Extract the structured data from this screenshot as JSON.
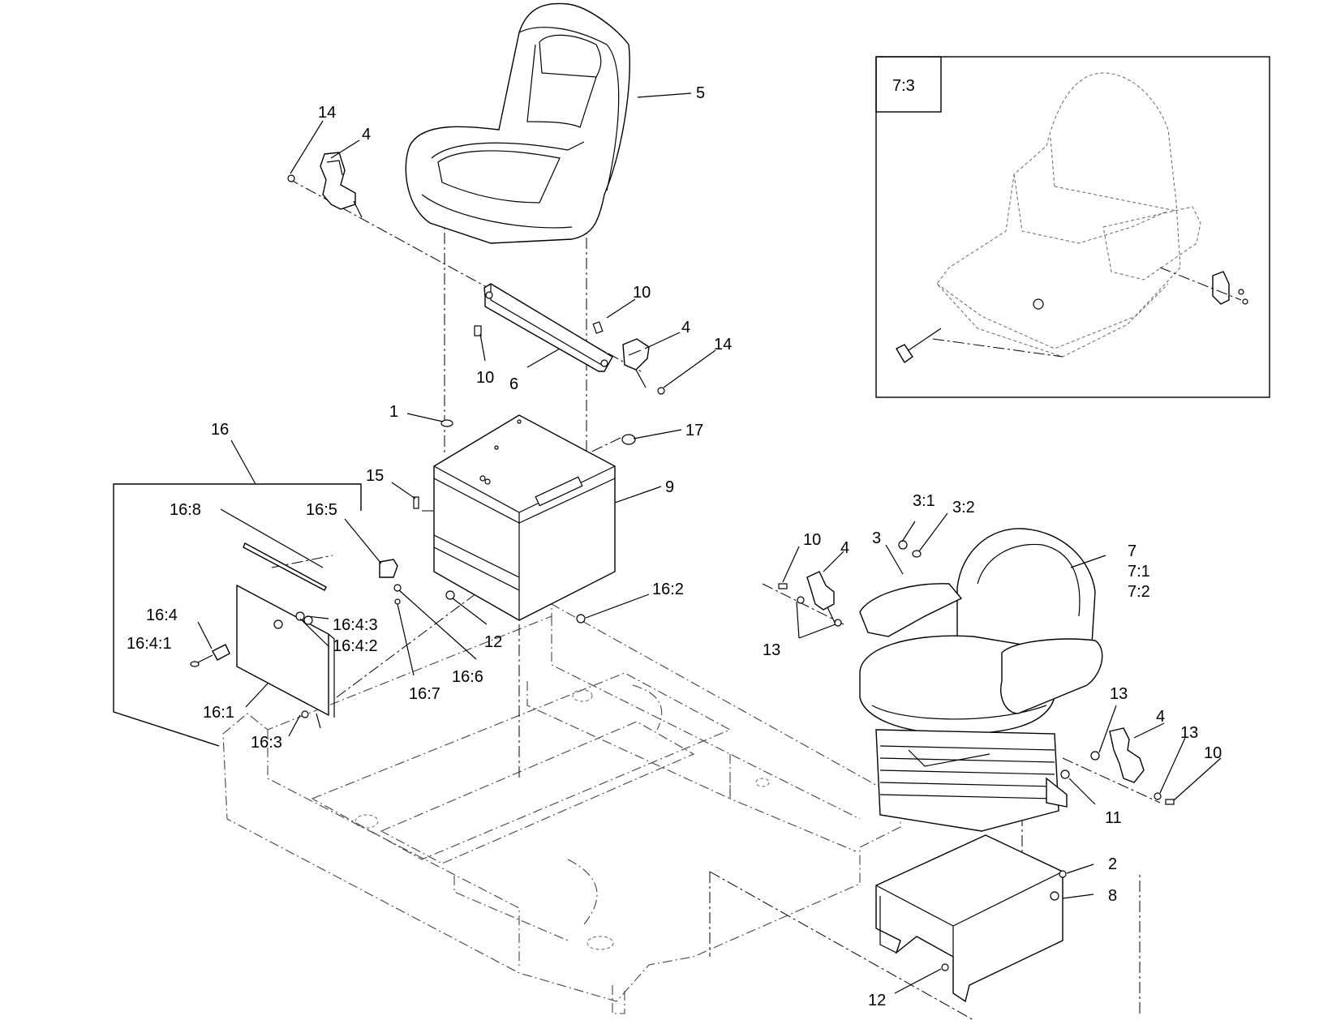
{
  "diagram": {
    "inset_label": "7:3",
    "callouts": [
      {
        "id": "c5",
        "text": "5"
      },
      {
        "id": "c14a",
        "text": "14"
      },
      {
        "id": "c4a",
        "text": "4"
      },
      {
        "id": "c10a",
        "text": "10"
      },
      {
        "id": "c4b",
        "text": "4"
      },
      {
        "id": "c14b",
        "text": "14"
      },
      {
        "id": "c10b",
        "text": "10"
      },
      {
        "id": "c6",
        "text": "6"
      },
      {
        "id": "c1",
        "text": "1"
      },
      {
        "id": "c17",
        "text": "17"
      },
      {
        "id": "c16",
        "text": "16"
      },
      {
        "id": "c15",
        "text": "15"
      },
      {
        "id": "c9",
        "text": "9"
      },
      {
        "id": "c16_8",
        "text": "16:8"
      },
      {
        "id": "c16_5",
        "text": "16:5"
      },
      {
        "id": "c16_4",
        "text": "16:4"
      },
      {
        "id": "c16_4_3",
        "text": "16:4:3"
      },
      {
        "id": "c16_4_1",
        "text": "16:4:1"
      },
      {
        "id": "c16_4_2",
        "text": "16:4:2"
      },
      {
        "id": "c16_2",
        "text": "16:2"
      },
      {
        "id": "c12a",
        "text": "12"
      },
      {
        "id": "c16_6",
        "text": "16:6"
      },
      {
        "id": "c16_7",
        "text": "16:7"
      },
      {
        "id": "c16_1",
        "text": "16:1"
      },
      {
        "id": "c16_3",
        "text": "16:3"
      },
      {
        "id": "c3_1",
        "text": "3:1"
      },
      {
        "id": "c3_2",
        "text": "3:2"
      },
      {
        "id": "c10c",
        "text": "10"
      },
      {
        "id": "c4c",
        "text": "4"
      },
      {
        "id": "c3",
        "text": "3"
      },
      {
        "id": "c7",
        "text": "7"
      },
      {
        "id": "c7_1",
        "text": "7:1"
      },
      {
        "id": "c7_2",
        "text": "7:2"
      },
      {
        "id": "c13a",
        "text": "13"
      },
      {
        "id": "c13b",
        "text": "13"
      },
      {
        "id": "c4d",
        "text": "4"
      },
      {
        "id": "c13c",
        "text": "13"
      },
      {
        "id": "c10d",
        "text": "10"
      },
      {
        "id": "c11",
        "text": "11"
      },
      {
        "id": "c2",
        "text": "2"
      },
      {
        "id": "c8",
        "text": "8"
      },
      {
        "id": "c12b",
        "text": "12"
      }
    ]
  }
}
